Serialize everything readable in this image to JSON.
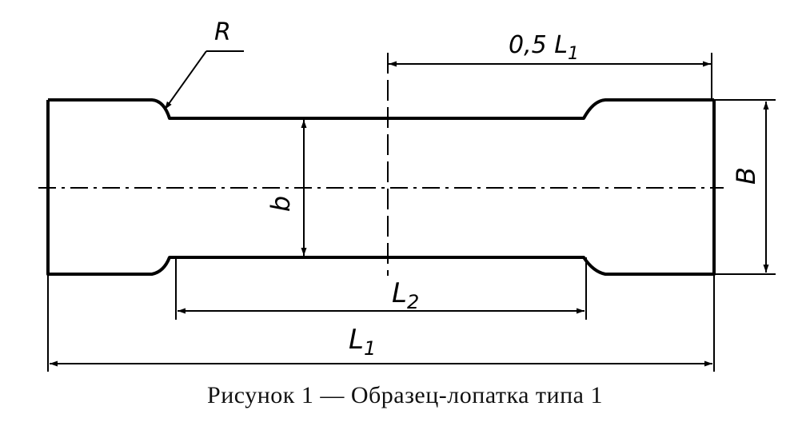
{
  "labels": {
    "radius": "R",
    "half_gauge": "0,5 L",
    "half_gauge_sub": "1",
    "b": "b",
    "B": "B",
    "l2": "L",
    "l2_sub": "2",
    "l1": "L",
    "l1_sub": "1"
  },
  "caption": "Рисунок 1 — Образец-лопатка типа 1",
  "colors": {
    "ink": "#000000",
    "paper": "#ffffff"
  }
}
